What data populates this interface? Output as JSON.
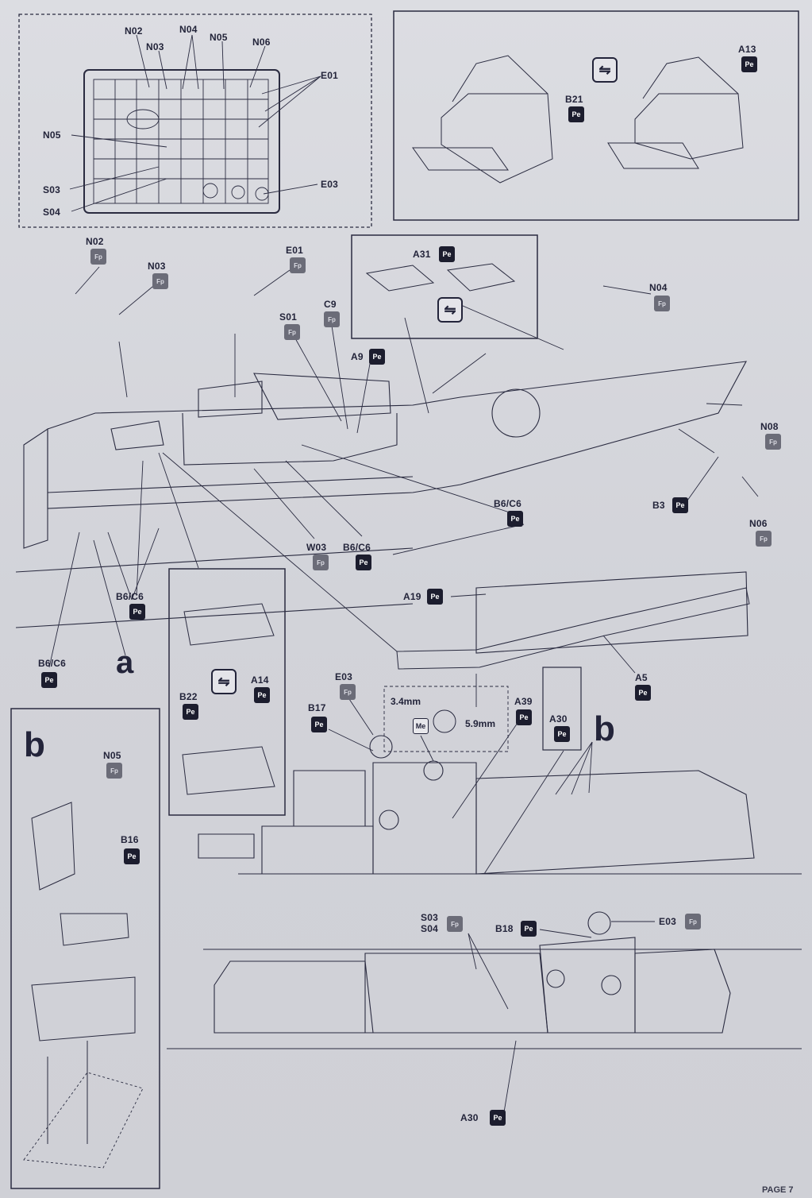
{
  "sprue": {
    "labels": {
      "n02": "N02",
      "n03": "N03",
      "n04": "N04",
      "n05_top": "N05",
      "n06": "N06",
      "e01": "E01",
      "n05_left": "N05",
      "s03": "S03",
      "s04": "S04",
      "e03": "E03"
    }
  },
  "inset_top_right": {
    "b21": "B21",
    "a13": "A13"
  },
  "hatch_inset": {
    "a31": "A31"
  },
  "main": {
    "n02": "N02",
    "n03": "N03",
    "e01": "E01",
    "s01": "S01",
    "c9": "C9",
    "a9": "A9",
    "n04": "N04",
    "n08": "N08",
    "n06": "N06",
    "b3": "B3",
    "b6c6_a": "B6/C6",
    "b6c6_b": "B6/C6",
    "b6c6_c": "B6/C6",
    "b6c6_d": "B6/C6",
    "w03": "W03",
    "a19": "A19",
    "a5": "A5",
    "a14": "A14",
    "b22": "B22",
    "callout_a": "a"
  },
  "box_b": {
    "title": "b",
    "n05": "N05",
    "b16": "B16"
  },
  "lower": {
    "e03_top": "E03",
    "b17": "B17",
    "dim_left": "3.4mm",
    "dim_right": "5.9mm",
    "me": "Me",
    "a39": "A39",
    "a30_top": "A30",
    "callout_b": "b",
    "s03": "S03",
    "s04": "S04",
    "b18": "B18",
    "e03_right": "E03",
    "a30_bottom": "A30"
  },
  "badges": {
    "pe": "Pe",
    "fp": "Fp",
    "me": "Me"
  },
  "icons": {
    "swap": "swap-arrows-icon"
  },
  "footer": "PAGE 7",
  "colors": {
    "ink": "#23243a",
    "badge_pe": "#1c1d2e",
    "badge_fp": "#6b6c78",
    "paper": "#d6d7dc"
  }
}
